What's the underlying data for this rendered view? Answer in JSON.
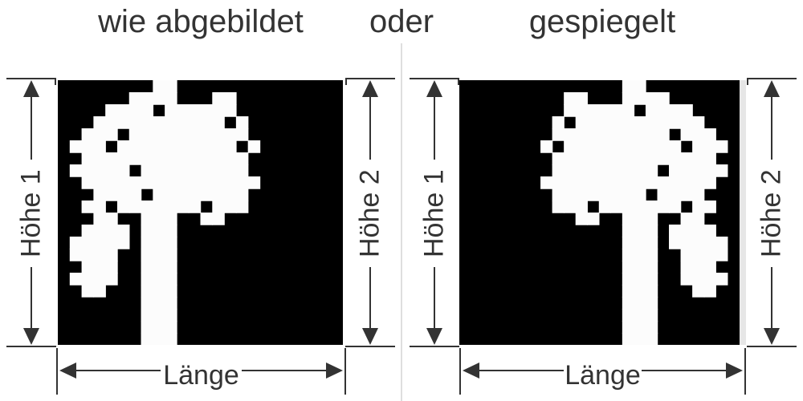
{
  "colors": {
    "bg": "#ffffff",
    "ink": "#333333",
    "square": "#000000",
    "tree": "#fcfcfc",
    "divider": "#dedede",
    "shadow": "#e6e6e6"
  },
  "header": {
    "left_title": "wie abgebildet",
    "middle": "oder",
    "right_title": "gespiegelt"
  },
  "panels": [
    {
      "id": "as-shown",
      "mirrored": false,
      "height1_label": "Höhe 1",
      "height2_label": "Höhe 2",
      "length_label": "Länge"
    },
    {
      "id": "mirrored",
      "mirrored": true,
      "height1_label": "Höhe 1",
      "height2_label": "Höhe 2",
      "length_label": "Länge"
    }
  ],
  "tree": {
    "cols": 24,
    "rows": 22,
    "pixels": [
      "........##..............",
      "......####...##.........",
      "....####.######.........",
      "...###########.#........",
      "..###.##########........",
      ".###.##########.#.......",
      "..##############........",
      ".#####.#########........",
      "..###############.......",
      "...####.########........",
      "..##.#######.###........",
      "...##..###..##..........",
      "..####.###..............",
      ".#####.###..............",
      ".####..###..............",
      "..###..###..............",
      ".####..###..............",
      "..##...###..............",
      ".......###..............",
      ".......###..............",
      ".......###..............",
      ".......###.............."
    ]
  }
}
